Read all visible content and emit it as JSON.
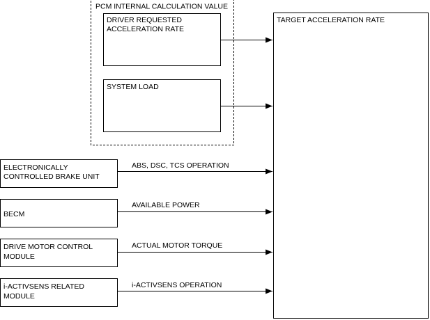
{
  "pcm_group": {
    "title": "PCM INTERNAL CALCULATION VALUE",
    "driver_requested": {
      "line1": "DRIVER REQUESTED",
      "line2": "ACCELERATION RATE"
    },
    "system_load": {
      "line1": "SYSTEM LOAD"
    }
  },
  "target": {
    "title": "TARGET ACCELERATION RATE"
  },
  "inputs": [
    {
      "line1": "ELECTRONICALLY",
      "line2": "CONTROLLED BRAKE UNIT",
      "signal": "ABS, DSC, TCS OPERATION"
    },
    {
      "line1": "BECM",
      "line2": "",
      "signal": "AVAILABLE POWER"
    },
    {
      "line1": "DRIVE MOTOR CONTROL",
      "line2": "MODULE",
      "signal": "ACTUAL MOTOR TORQUE"
    },
    {
      "line1": "i-ACTIVSENS RELATED",
      "line2": "MODULE",
      "signal": "i-ACTIVSENS OPERATION"
    }
  ]
}
